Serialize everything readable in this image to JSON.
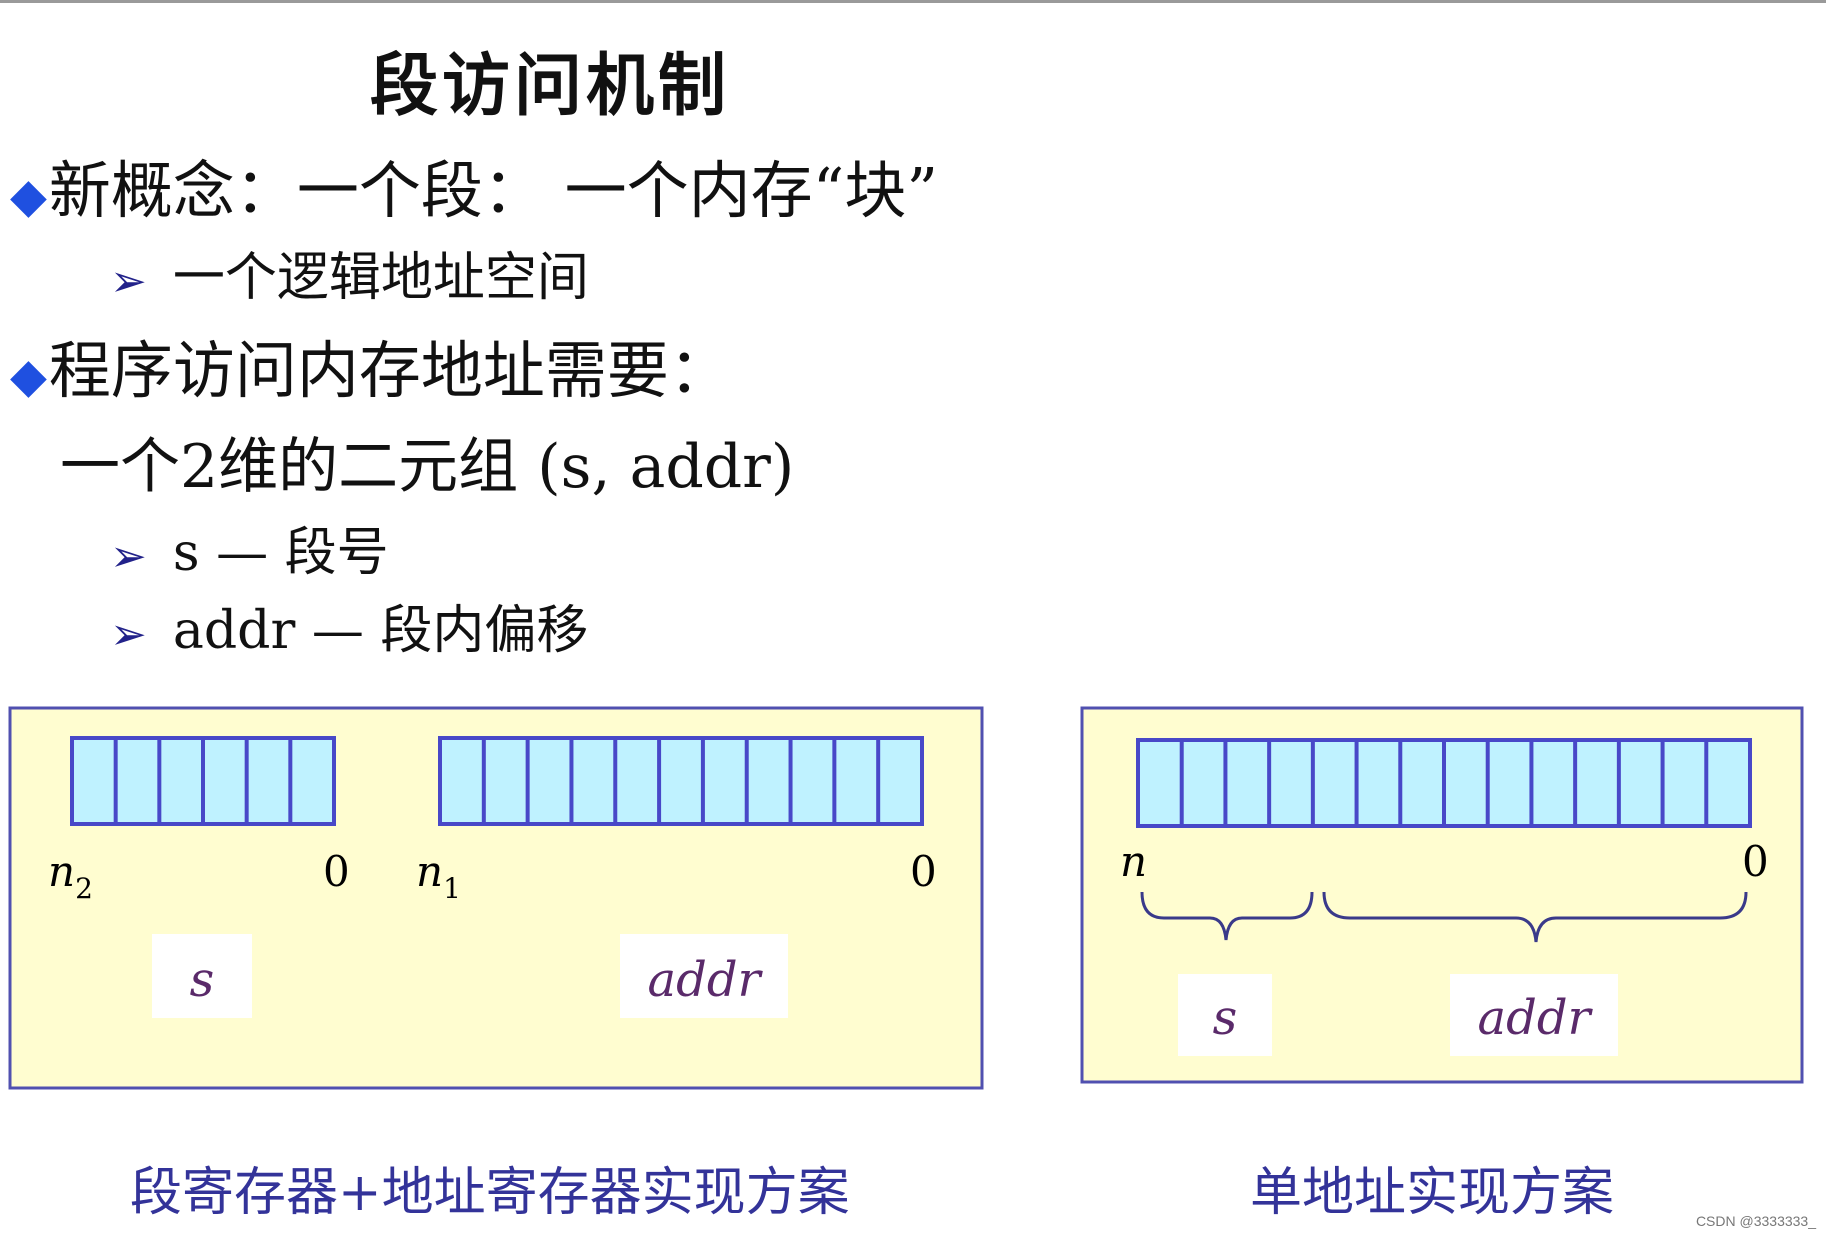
{
  "title": "段访问机制",
  "bullets": {
    "new_concept": "新概念：一个段：  一个内存“块”",
    "logical_space": "一个逻辑地址空间",
    "access_needs": "程序访问内存地址需要：",
    "tuple": "一个2维的二元组 (s, addr)",
    "s_desc": "s — 段号",
    "addr_desc": "addr — 段内偏移"
  },
  "icons": {
    "bullet": "diamond-icon",
    "sub_bullet": "arrow-right-icon"
  },
  "colors": {
    "bullet": "#1f50e0",
    "panel_bg": "#fffdd0",
    "panel_border": "#5050b0",
    "cell_fill": "#bff2ff",
    "cell_border": "#4848c8",
    "caption": "#333399",
    "math_label": "#5a2a6a"
  },
  "diagram_left": {
    "seg_reg": {
      "high": "n",
      "high_sub": "2",
      "low": "0",
      "label": "s"
    },
    "addr_reg": {
      "high": "n",
      "high_sub": "1",
      "low": "0",
      "label": "addr"
    },
    "caption": "段寄存器+地址寄存器实现方案"
  },
  "diagram_right": {
    "high": "n",
    "low": "0",
    "label_s": "s",
    "label_addr": "addr",
    "caption": "单地址实现方案"
  },
  "watermark": "CSDN @3333333_"
}
